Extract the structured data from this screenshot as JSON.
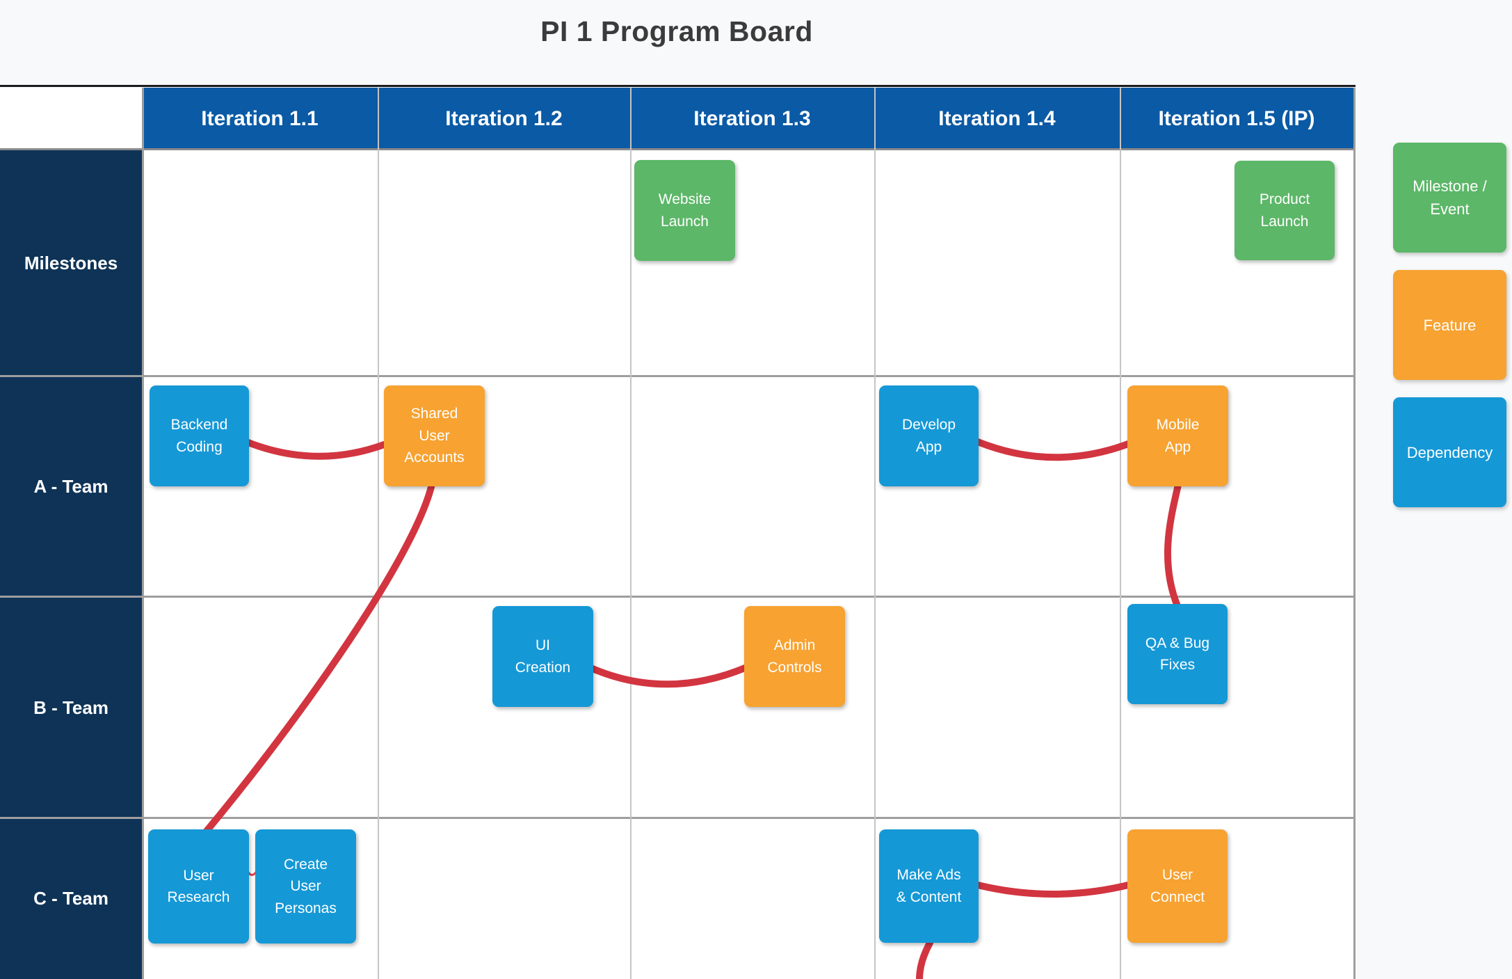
{
  "title": "PI 1 Program Board",
  "board": {
    "column_headers": [
      "Iteration 1.1",
      "Iteration 1.2",
      "Iteration 1.3",
      "Iteration 1.4",
      "Iteration 1.5 (IP)"
    ],
    "row_headers": [
      "Milestones",
      "A - Team",
      "B - Team",
      "C - Team"
    ]
  },
  "cards": {
    "website_launch": {
      "label": "Website\nLaunch",
      "type": "milestone",
      "row": "Milestones",
      "iteration": "Iteration 1.3"
    },
    "product_launch": {
      "label": "Product\nLaunch",
      "type": "milestone",
      "row": "Milestones",
      "iteration": "Iteration 1.5 (IP)"
    },
    "backend_coding": {
      "label": "Backend\nCoding",
      "type": "dependency",
      "row": "A - Team",
      "iteration": "Iteration 1.1"
    },
    "shared_user_accounts": {
      "label": "Shared\nUser\nAccounts",
      "type": "feature",
      "row": "A - Team",
      "iteration": "Iteration 1.2"
    },
    "develop_app": {
      "label": "Develop\nApp",
      "type": "dependency",
      "row": "A - Team",
      "iteration": "Iteration 1.4"
    },
    "mobile_app": {
      "label": "Mobile\nApp",
      "type": "feature",
      "row": "A - Team",
      "iteration": "Iteration 1.5 (IP)"
    },
    "ui_creation": {
      "label": "UI\nCreation",
      "type": "dependency",
      "row": "B - Team",
      "iteration": "Iteration 1.2"
    },
    "admin_controls": {
      "label": "Admin\nControls",
      "type": "feature",
      "row": "B - Team",
      "iteration": "Iteration 1.3"
    },
    "qa_bug_fixes": {
      "label": "QA & Bug\nFixes",
      "type": "dependency",
      "row": "B - Team",
      "iteration": "Iteration 1.5 (IP)"
    },
    "user_research": {
      "label": "User\nResearch",
      "type": "dependency",
      "row": "C - Team",
      "iteration": "Iteration 1.1"
    },
    "create_user_personas": {
      "label": "Create\nUser\nPersonas",
      "type": "dependency",
      "row": "C - Team",
      "iteration": "Iteration 1.1"
    },
    "make_ads_content": {
      "label": "Make Ads\n& Content",
      "type": "dependency",
      "row": "C - Team",
      "iteration": "Iteration 1.4"
    },
    "user_connect": {
      "label": "User\nConnect",
      "type": "feature",
      "row": "C - Team",
      "iteration": "Iteration 1.5 (IP)"
    }
  },
  "legend": [
    {
      "label": "Milestone /\nEvent",
      "color": "#5cb768"
    },
    {
      "label": "Feature",
      "color": "#f7a231"
    },
    {
      "label": "Dependency",
      "color": "#1598d6"
    }
  ],
  "connections": [
    {
      "from": "Backend Coding",
      "to": "Shared User Accounts"
    },
    {
      "from": "Shared User Accounts",
      "to": "User Research"
    },
    {
      "from": "User Research",
      "to": "Create User Personas"
    },
    {
      "from": "Develop App",
      "to": "Mobile App"
    },
    {
      "from": "Mobile App",
      "to": "QA & Bug Fixes"
    },
    {
      "from": "UI Creation",
      "to": "Admin Controls"
    },
    {
      "from": "Make Ads & Content",
      "to": "User Connect"
    },
    {
      "from": "Make Ads & Content",
      "to": "(off-screen bottom)"
    }
  ],
  "colors": {
    "header_blue": "#0b5aa5",
    "label_navy": "#0e3357",
    "milestone_green": "#5cb768",
    "feature_orange": "#f7a231",
    "dependency_blue": "#1598d6",
    "connector_red": "#d23540",
    "page_background": "#f8f9fa"
  }
}
